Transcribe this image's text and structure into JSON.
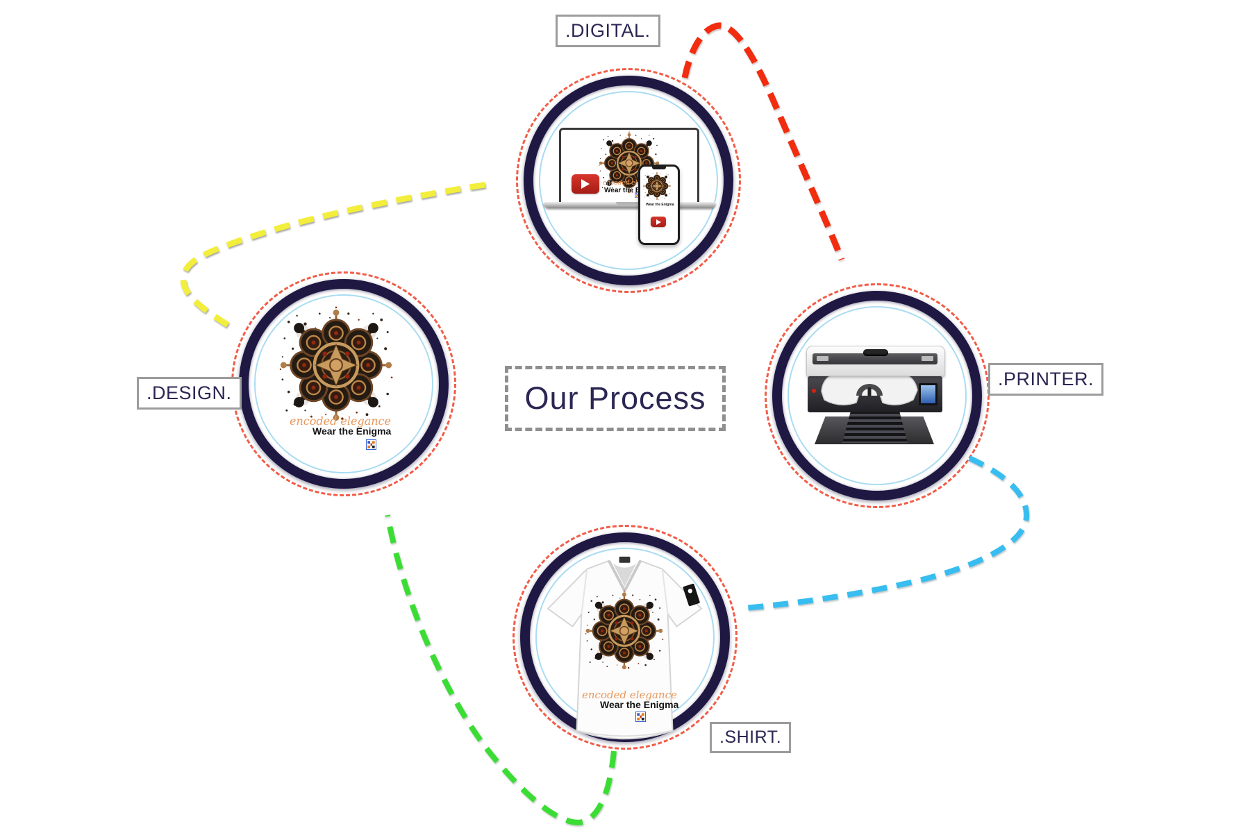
{
  "title": {
    "text": "Our Process"
  },
  "nodes": {
    "digital": {
      "label": ".DIGITAL."
    },
    "printer": {
      "label": ".PRINTER."
    },
    "shirt": {
      "label": ".SHIRT."
    },
    "design": {
      "label": ".DESIGN."
    }
  },
  "brand": {
    "script": "encoded elegance",
    "tagline": "Wear the Enigma"
  },
  "flow": {
    "arrows": [
      {
        "from": "design",
        "to": "digital",
        "color": "#f2ee3b"
      },
      {
        "from": "digital",
        "to": "printer",
        "color": "#f22c0e"
      },
      {
        "from": "printer",
        "to": "shirt",
        "color": "#38bdf0"
      },
      {
        "from": "shirt",
        "to": "design",
        "color": "#3bdd35"
      }
    ]
  },
  "colors": {
    "background": "#ffffff",
    "text_navy": "#2b2653",
    "ring_navy": "#1e1843",
    "ring_sky": "#aadcf2",
    "ring_dashed": "#f25c48",
    "label_border": "#9c9c9c",
    "title_border": "#8f8f8f",
    "youtube_red": "#c4281c",
    "script_orange": "#e8975a"
  }
}
